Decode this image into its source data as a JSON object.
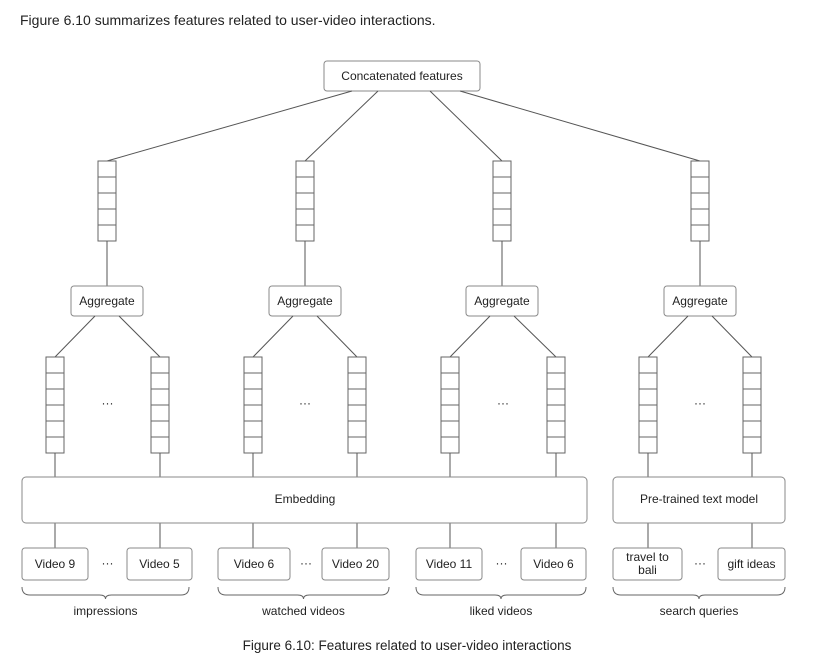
{
  "intro": "Figure 6.10 summarizes features related to user-video interactions.",
  "caption": "Figure 6.10: Features related to user-video interactions",
  "diagram": {
    "top_label": "Concatenated features",
    "aggregate_label": "Aggregate",
    "ellipsis": "···",
    "embedding_label": "Embedding",
    "text_model_label": "Pre-trained text model",
    "groups": [
      {
        "name": "impressions",
        "left": "Video 9",
        "right": "Video 5"
      },
      {
        "name": "watched videos",
        "left": "Video 6",
        "right": "Video 20"
      },
      {
        "name": "liked videos",
        "left": "Video 11",
        "right": "Video 6"
      },
      {
        "name": "search queries",
        "left": "travel to bali",
        "right": "gift ideas"
      }
    ]
  }
}
